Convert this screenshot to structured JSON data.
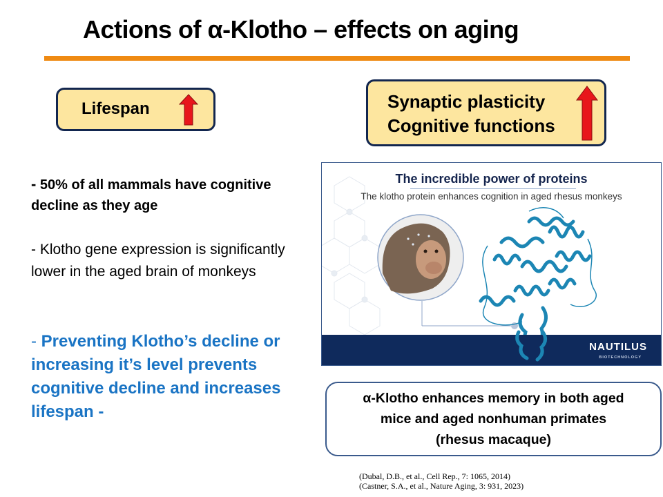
{
  "slide": {
    "title": "Actions of α-Klotho – effects on aging",
    "accent_color": "#ef8a12"
  },
  "callouts": {
    "lifespan": {
      "label": "Lifespan",
      "icon": "up-arrow-icon",
      "arrow_color": "#e8161b"
    },
    "synaptic": {
      "line1": "Synaptic plasticity",
      "line2": "Cognitive functions",
      "icon": "up-arrow-icon",
      "arrow_color": "#e8161b"
    }
  },
  "bullets": [
    {
      "dash": "-",
      "text": " 50% of all mammals have cognitive decline as they age"
    },
    {
      "text": "- Klotho gene expression is significantly lower in the aged brain of monkeys"
    },
    {
      "dash": "-",
      "text": " Preventing Klotho’s decline or increasing it’s level prevents cognitive decline and increases lifespan -",
      "color": "#1a74c4"
    }
  ],
  "figure": {
    "title": "The incredible power of proteins",
    "subtitle": "The klotho protein enhances cognition in aged rhesus monkeys",
    "brand": "NAUTILUS",
    "brand_sub": "BIOTECHNOLOGY",
    "band_color": "#0f2a5c",
    "protein_color": "#1c86b4"
  },
  "memory_box": {
    "line1": "α-Klotho enhances memory in both aged",
    "line2": "mice and aged nonhuman primates",
    "line3": "(rhesus macaque)"
  },
  "references": [
    "(Dubal, D.B., et al., Cell Rep., 7: 1065, 2014)",
    "(Castner, S.A., et al., Nature Aging, 3: 931, 2023)"
  ]
}
